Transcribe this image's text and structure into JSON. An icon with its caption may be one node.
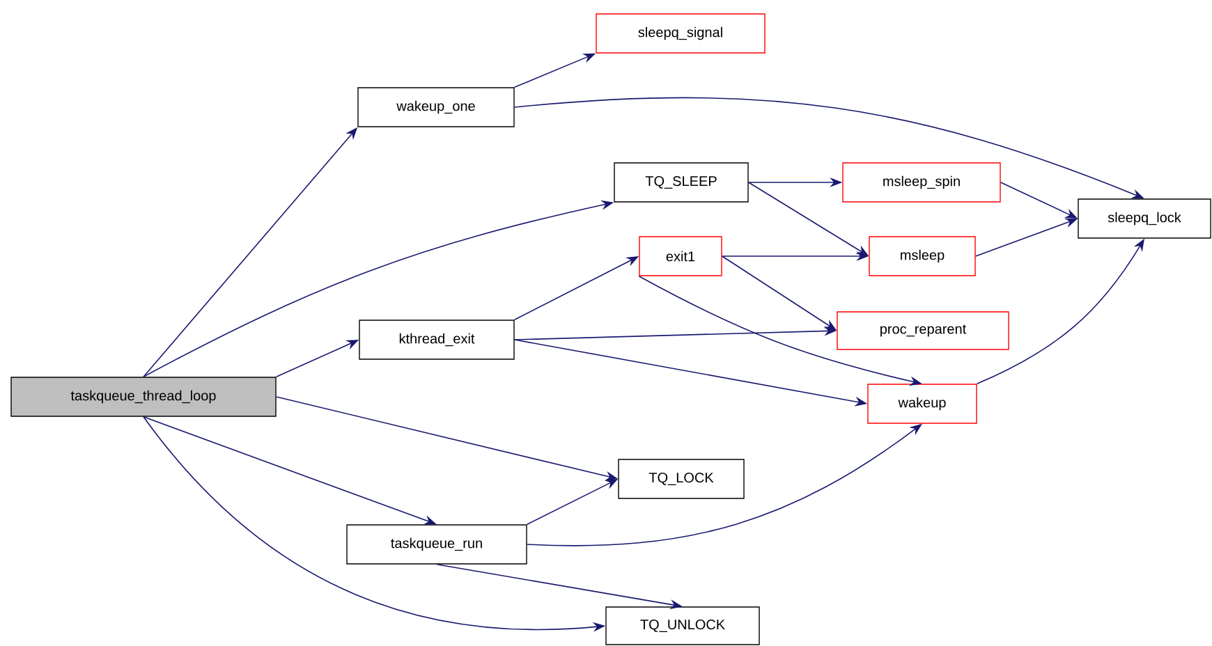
{
  "diagram": {
    "nodes": [
      {
        "text": [
          "taskqueue_thread_loop"
        ]
      },
      {
        "text": [
          "wakeup_one"
        ]
      },
      {
        "text": [
          "sleepq_signal"
        ]
      },
      {
        "text": [
          "TQ_SLEEP"
        ]
      },
      {
        "text": [
          "kthread_exit"
        ]
      },
      {
        "text": [
          "exit1"
        ]
      },
      {
        "text": [
          "msleep_spin"
        ]
      },
      {
        "text": [
          "msleep"
        ]
      },
      {
        "text": [
          "proc_reparent"
        ]
      },
      {
        "text": [
          "wakeup"
        ]
      },
      {
        "text": [
          "sleepq_lock"
        ]
      },
      {
        "text": [
          "TQ_LOCK"
        ]
      },
      {
        "text": [
          "taskqueue_run"
        ]
      },
      {
        "text": [
          "TQ_UNLOCK"
        ]
      }
    ],
    "edges": [
      {
        "from": 0,
        "to": 1,
        "arrow": "to"
      },
      {
        "from": 0,
        "to": 3,
        "arrow": "to"
      },
      {
        "from": 0,
        "to": 4,
        "arrow": "to"
      },
      {
        "from": 0,
        "to": 11,
        "arrow": "to"
      },
      {
        "from": 0,
        "to": 12,
        "arrow": "to"
      },
      {
        "from": 0,
        "to": 13,
        "arrow": "to"
      },
      {
        "from": 1,
        "to": 2,
        "arrow": "to"
      },
      {
        "from": 1,
        "to": 10,
        "arrow": "to"
      },
      {
        "from": 3,
        "to": 6,
        "arrow": "to"
      },
      {
        "from": 3,
        "to": 7,
        "arrow": "to"
      },
      {
        "from": 4,
        "to": 5,
        "arrow": "to"
      },
      {
        "from": 4,
        "to": 8,
        "arrow": "to"
      },
      {
        "from": 4,
        "to": 9,
        "arrow": "to"
      },
      {
        "from": 5,
        "to": 7,
        "arrow": "to"
      },
      {
        "from": 5,
        "to": 8,
        "arrow": "to"
      },
      {
        "from": 5,
        "to": 9,
        "arrow": "to"
      },
      {
        "from": 6,
        "to": 10,
        "arrow": "to"
      },
      {
        "from": 7,
        "to": 10,
        "arrow": "to"
      },
      {
        "from": 9,
        "to": 10,
        "arrow": "to"
      },
      {
        "from": 12,
        "to": 11,
        "arrow": "to"
      },
      {
        "from": 12,
        "to": 9,
        "arrow": "to"
      },
      {
        "from": 12,
        "to": 13,
        "arrow": "to"
      }
    ]
  }
}
